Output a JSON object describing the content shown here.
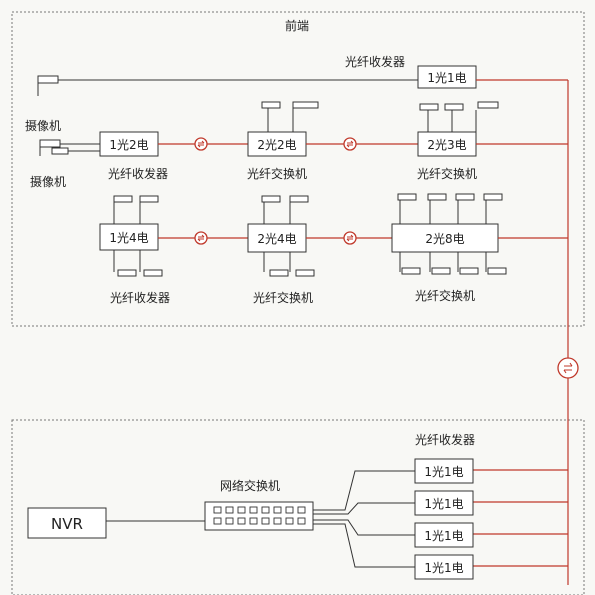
{
  "front": {
    "title": "前端",
    "camera_label_1": "摄像机",
    "camera_label_2": "摄像机",
    "row0_device": "1光1电",
    "row0_label": "光纤收发器",
    "row1": {
      "transceiver": "1光2电",
      "transceiver_label": "光纤收发器",
      "switch_a": "2光2电",
      "switch_a_label": "光纤交换机",
      "switch_b": "2光3电",
      "switch_b_label": "光纤交换机"
    },
    "row2": {
      "transceiver": "1光4电",
      "transceiver_label": "光纤收发器",
      "switch_a": "2光4电",
      "switch_a_label": "光纤交换机",
      "switch_b": "2光8电",
      "switch_b_label": "光纤交换机"
    }
  },
  "back": {
    "nvr": "NVR",
    "network_switch_label": "网络交换机",
    "transceivers_label": "光纤收发器",
    "transceivers": [
      "1光1电",
      "1光1电",
      "1光1电",
      "1光1电"
    ]
  },
  "colors": {
    "fiber": "#c0392b",
    "line": "#333333",
    "boundary": "#777777"
  }
}
